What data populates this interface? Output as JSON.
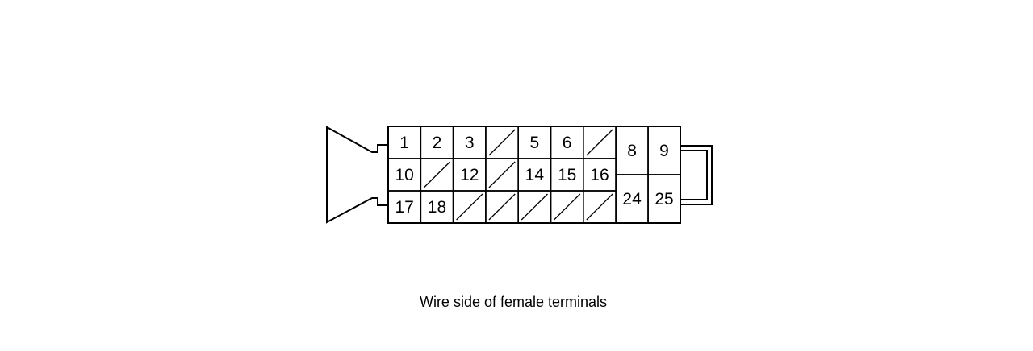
{
  "caption": "Wire side of female terminals",
  "terminals": [
    {
      "label": "1"
    },
    {
      "label": "2"
    },
    {
      "label": "3"
    },
    {
      "label": ""
    },
    {
      "label": "5"
    },
    {
      "label": "6"
    },
    {
      "label": ""
    },
    {
      "label": "10"
    },
    {
      "label": ""
    },
    {
      "label": "12"
    },
    {
      "label": ""
    },
    {
      "label": "14"
    },
    {
      "label": "15"
    },
    {
      "label": "16"
    },
    {
      "label": "17"
    },
    {
      "label": "18"
    },
    {
      "label": ""
    },
    {
      "label": ""
    },
    {
      "label": ""
    },
    {
      "label": ""
    },
    {
      "label": ""
    }
  ],
  "large_terminals": [
    {
      "label": "8"
    },
    {
      "label": "9"
    },
    {
      "label": "24"
    },
    {
      "label": "25"
    }
  ]
}
